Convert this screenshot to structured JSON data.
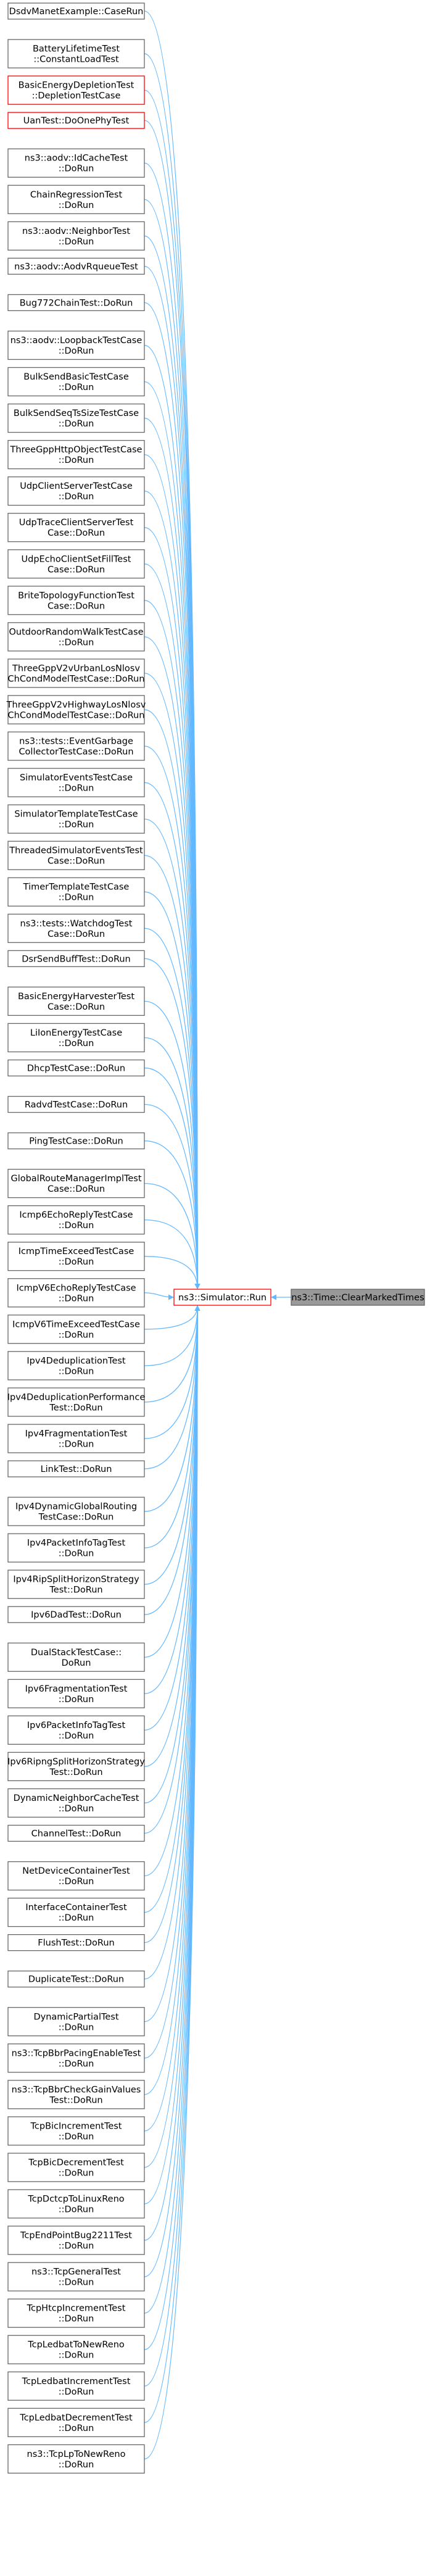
{
  "colors": {
    "edge": "#63b8ff",
    "node_border": "#666666",
    "node_border_highlight": "#ff0000",
    "target_fill": "#999999",
    "node_fill": "#ffffff"
  },
  "target": {
    "lines": [
      "ns3::Time::ClearMarkedTimes"
    ],
    "name": "time-clearmarkedtimes-node"
  },
  "center": {
    "lines": [
      "ns3::Simulator::Run"
    ],
    "name": "simulator-run-node",
    "highlight": true
  },
  "callers": [
    {
      "lines": [
        "DsdvManetExample::CaseRun"
      ],
      "highlight": false
    },
    {
      "lines": [
        "BatteryLifetimeTest",
        "::ConstantLoadTest"
      ],
      "highlight": false
    },
    {
      "lines": [
        "BasicEnergyDepletionTest",
        "::DepletionTestCase"
      ],
      "highlight": true
    },
    {
      "lines": [
        "UanTest::DoOnePhyTest"
      ],
      "highlight": true
    },
    {
      "lines": [
        "ns3::aodv::IdCacheTest",
        "::DoRun"
      ],
      "highlight": false
    },
    {
      "lines": [
        "ChainRegressionTest",
        "::DoRun"
      ],
      "highlight": false
    },
    {
      "lines": [
        "ns3::aodv::NeighborTest",
        "::DoRun"
      ],
      "highlight": false
    },
    {
      "lines": [
        "ns3::aodv::AodvRqueueTest"
      ],
      "highlight": false
    },
    {
      "lines": [
        "Bug772ChainTest::DoRun"
      ],
      "highlight": false
    },
    {
      "lines": [
        "ns3::aodv::LoopbackTestCase",
        "::DoRun"
      ],
      "highlight": false
    },
    {
      "lines": [
        "BulkSendBasicTestCase",
        "::DoRun"
      ],
      "highlight": false
    },
    {
      "lines": [
        "BulkSendSeqTsSizeTestCase",
        "::DoRun"
      ],
      "highlight": false
    },
    {
      "lines": [
        "ThreeGppHttpObjectTestCase",
        "::DoRun"
      ],
      "highlight": false
    },
    {
      "lines": [
        "UdpClientServerTestCase",
        "::DoRun"
      ],
      "highlight": false
    },
    {
      "lines": [
        "UdpTraceClientServerTest",
        "Case::DoRun"
      ],
      "highlight": false
    },
    {
      "lines": [
        "UdpEchoClientSetFillTest",
        "Case::DoRun"
      ],
      "highlight": false
    },
    {
      "lines": [
        "BriteTopologyFunctionTest",
        "Case::DoRun"
      ],
      "highlight": false
    },
    {
      "lines": [
        "OutdoorRandomWalkTestCase",
        "::DoRun"
      ],
      "highlight": false
    },
    {
      "lines": [
        "ThreeGppV2vUrbanLosNlosv",
        "ChCondModelTestCase::DoRun"
      ],
      "highlight": false
    },
    {
      "lines": [
        "ThreeGppV2vHighwayLosNlosv",
        "ChCondModelTestCase::DoRun"
      ],
      "highlight": false
    },
    {
      "lines": [
        "ns3::tests::EventGarbage",
        "CollectorTestCase::DoRun"
      ],
      "highlight": false
    },
    {
      "lines": [
        "SimulatorEventsTestCase",
        "::DoRun"
      ],
      "highlight": false
    },
    {
      "lines": [
        "SimulatorTemplateTestCase",
        "::DoRun"
      ],
      "highlight": false
    },
    {
      "lines": [
        "ThreadedSimulatorEventsTest",
        "Case::DoRun"
      ],
      "highlight": false
    },
    {
      "lines": [
        "TimerTemplateTestCase",
        "::DoRun"
      ],
      "highlight": false
    },
    {
      "lines": [
        "ns3::tests::WatchdogTest",
        "Case::DoRun"
      ],
      "highlight": false
    },
    {
      "lines": [
        "DsrSendBuffTest::DoRun"
      ],
      "highlight": false
    },
    {
      "lines": [
        "BasicEnergyHarvesterTest",
        "Case::DoRun"
      ],
      "highlight": false
    },
    {
      "lines": [
        "LiIonEnergyTestCase",
        "::DoRun"
      ],
      "highlight": false
    },
    {
      "lines": [
        "DhcpTestCase::DoRun"
      ],
      "highlight": false
    },
    {
      "lines": [
        "RadvdTestCase::DoRun"
      ],
      "highlight": false
    },
    {
      "lines": [
        "PingTestCase::DoRun"
      ],
      "highlight": false
    },
    {
      "lines": [
        "GlobalRouteManagerImplTest",
        "Case::DoRun"
      ],
      "highlight": false
    },
    {
      "lines": [
        "Icmp6EchoReplyTestCase",
        "::DoRun"
      ],
      "highlight": false
    },
    {
      "lines": [
        "IcmpTimeExceedTestCase",
        "::DoRun"
      ],
      "highlight": false
    },
    {
      "lines": [
        "IcmpV6EchoReplyTestCase",
        "::DoRun"
      ],
      "highlight": false
    },
    {
      "lines": [
        "IcmpV6TimeExceedTestCase",
        "::DoRun"
      ],
      "highlight": false
    },
    {
      "lines": [
        "Ipv4DeduplicationTest",
        "::DoRun"
      ],
      "highlight": false
    },
    {
      "lines": [
        "Ipv4DeduplicationPerformance",
        "Test::DoRun"
      ],
      "highlight": false
    },
    {
      "lines": [
        "Ipv4FragmentationTest",
        "::DoRun"
      ],
      "highlight": false
    },
    {
      "lines": [
        "LinkTest::DoRun"
      ],
      "highlight": false
    },
    {
      "lines": [
        "Ipv4DynamicGlobalRouting",
        "TestCase::DoRun"
      ],
      "highlight": false
    },
    {
      "lines": [
        "Ipv4PacketInfoTagTest",
        "::DoRun"
      ],
      "highlight": false
    },
    {
      "lines": [
        "Ipv4RipSplitHorizonStrategy",
        "Test::DoRun"
      ],
      "highlight": false
    },
    {
      "lines": [
        "Ipv6DadTest::DoRun"
      ],
      "highlight": false
    },
    {
      "lines": [
        "DualStackTestCase::",
        "DoRun"
      ],
      "highlight": false
    },
    {
      "lines": [
        "Ipv6FragmentationTest",
        "::DoRun"
      ],
      "highlight": false
    },
    {
      "lines": [
        "Ipv6PacketInfoTagTest",
        "::DoRun"
      ],
      "highlight": false
    },
    {
      "lines": [
        "Ipv6RipngSplitHorizonStrategy",
        "Test::DoRun"
      ],
      "highlight": false
    },
    {
      "lines": [
        "DynamicNeighborCacheTest",
        "::DoRun"
      ],
      "highlight": false
    },
    {
      "lines": [
        "ChannelTest::DoRun"
      ],
      "highlight": false
    },
    {
      "lines": [
        "NetDeviceContainerTest",
        "::DoRun"
      ],
      "highlight": false
    },
    {
      "lines": [
        "InterfaceContainerTest",
        "::DoRun"
      ],
      "highlight": false
    },
    {
      "lines": [
        "FlushTest::DoRun"
      ],
      "highlight": false
    },
    {
      "lines": [
        "DuplicateTest::DoRun"
      ],
      "highlight": false
    },
    {
      "lines": [
        "DynamicPartialTest",
        "::DoRun"
      ],
      "highlight": false
    },
    {
      "lines": [
        "ns3::TcpBbrPacingEnableTest",
        "::DoRun"
      ],
      "highlight": false
    },
    {
      "lines": [
        "ns3::TcpBbrCheckGainValues",
        "Test::DoRun"
      ],
      "highlight": false
    },
    {
      "lines": [
        "TcpBicIncrementTest",
        "::DoRun"
      ],
      "highlight": false
    },
    {
      "lines": [
        "TcpBicDecrementTest",
        "::DoRun"
      ],
      "highlight": false
    },
    {
      "lines": [
        "TcpDctcpToLinuxReno",
        "::DoRun"
      ],
      "highlight": false
    },
    {
      "lines": [
        "TcpEndPointBug2211Test",
        "::DoRun"
      ],
      "highlight": false
    },
    {
      "lines": [
        "ns3::TcpGeneralTest",
        "::DoRun"
      ],
      "highlight": false
    },
    {
      "lines": [
        "TcpHtcpIncrementTest",
        "::DoRun"
      ],
      "highlight": false
    },
    {
      "lines": [
        "TcpLedbatToNewReno",
        "::DoRun"
      ],
      "highlight": false
    },
    {
      "lines": [
        "TcpLedbatIncrementTest",
        "::DoRun"
      ],
      "highlight": false
    },
    {
      "lines": [
        "TcpLedbatDecrementTest",
        "::DoRun"
      ],
      "highlight": false
    },
    {
      "lines": [
        "ns3::TcpLpToNewReno",
        "::DoRun"
      ],
      "highlight": false
    }
  ]
}
